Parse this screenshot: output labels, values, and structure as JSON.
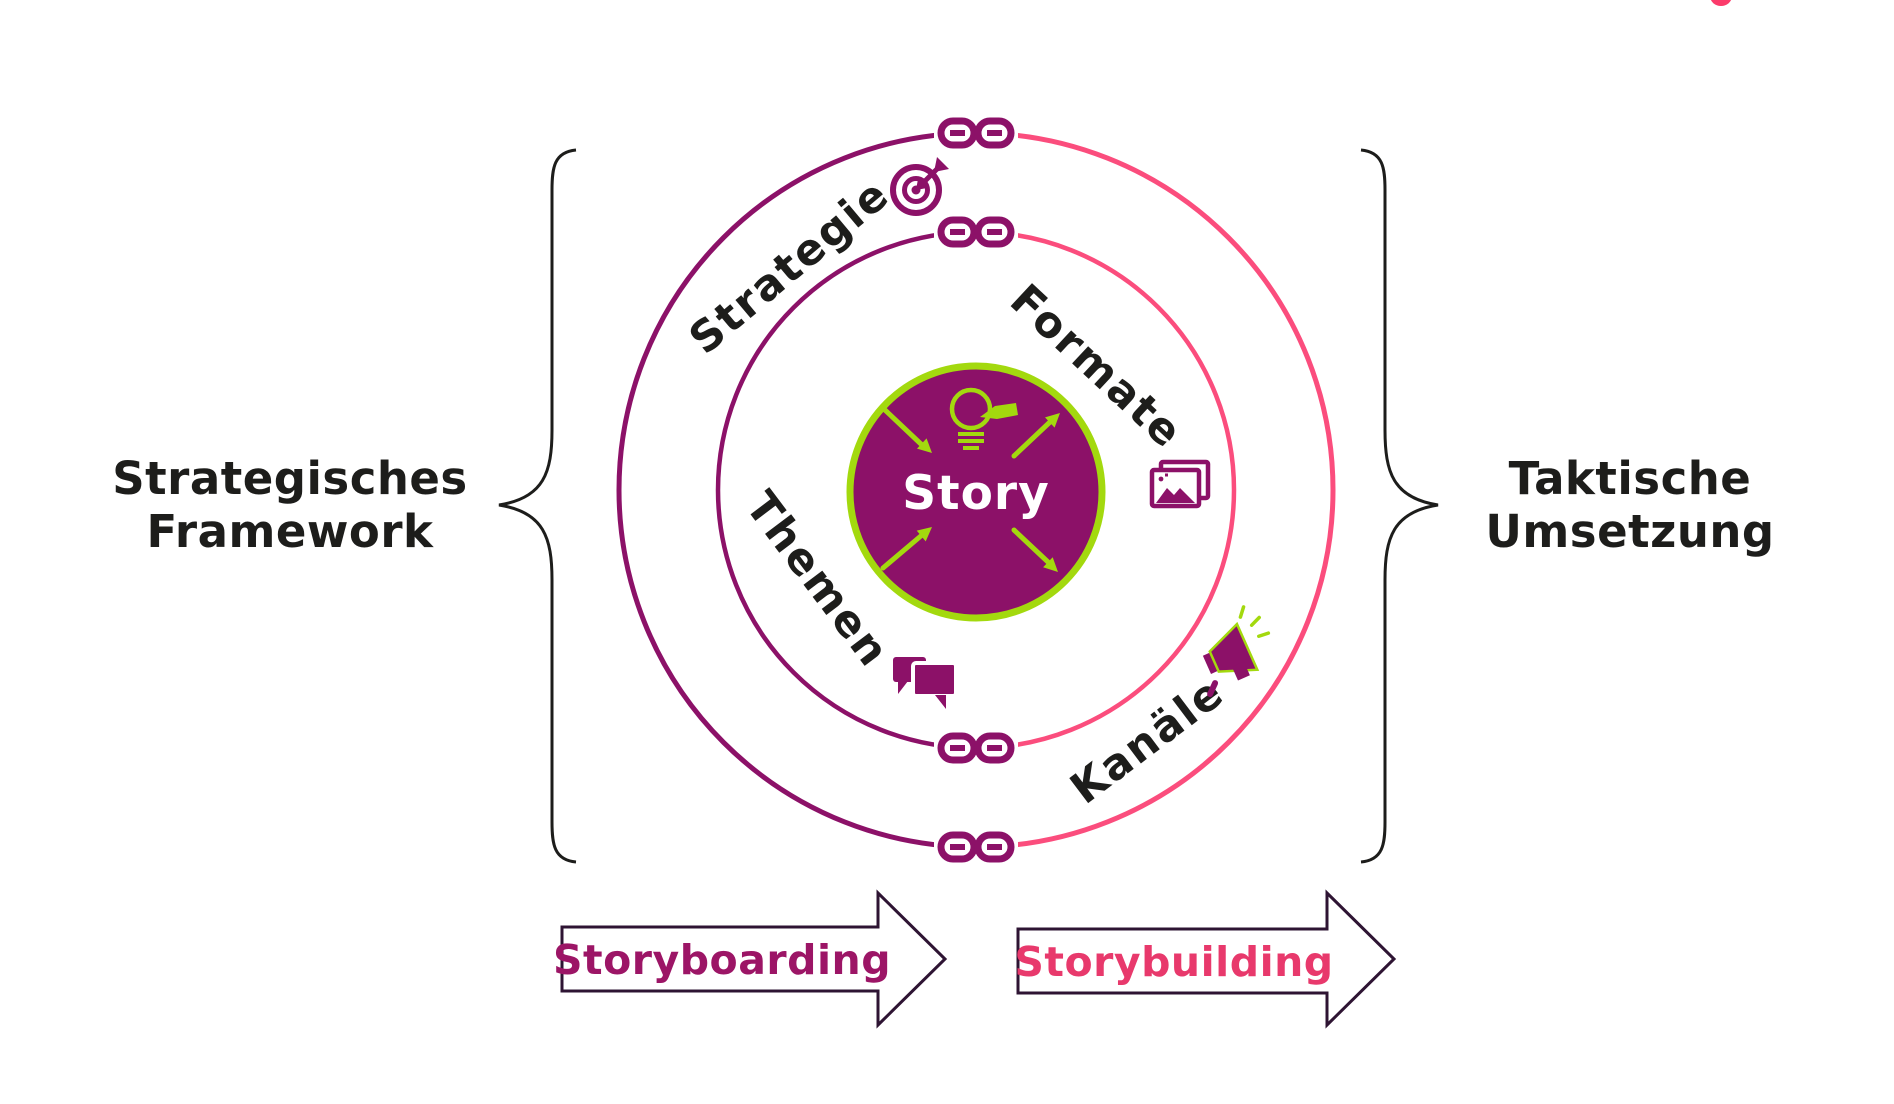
{
  "colors": {
    "purple": "#8c1168",
    "pink": "#fb4d7d",
    "green": "#a3d90e",
    "ink": "#1d1d1b",
    "arrow_outline": "#2e1433",
    "storyboarding": "#9c1566",
    "storybuilding": "#e8396c",
    "logo_pink": "#fb3b6b"
  },
  "center": {
    "label": "Story"
  },
  "rings": {
    "strategie": {
      "label": "Strategie"
    },
    "formate": {
      "label": "Formate"
    },
    "themen": {
      "label": "Themen"
    },
    "kanaele": {
      "label": "Kanäle"
    }
  },
  "framework": {
    "line1": "Strategisches",
    "line2": "Framework"
  },
  "umsetzung": {
    "line1": "Taktische",
    "line2": "Umsetzung"
  },
  "process": {
    "left": "Storyboarding",
    "right": "Storybuilding"
  }
}
